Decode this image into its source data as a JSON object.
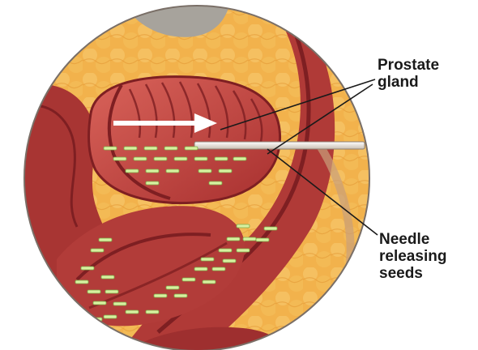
{
  "labels": {
    "prostate": [
      "Prostate",
      "gland"
    ],
    "needle": [
      "Needle",
      "releasing",
      "seeds"
    ]
  },
  "colors": {
    "background": "#ffffff",
    "fat": "#f2b24c",
    "tissue": "#b8413c",
    "tissue_dark": "#7e1f22",
    "gland": "#c44a44",
    "seed": "#d8f0a0",
    "needle": "#e8e0d6",
    "arrow": "#ffffff",
    "leader": "#1a1a1a",
    "bone": "#a7a39c"
  },
  "icons": {
    "arrow": "arrow-right-icon",
    "needle": "needle-icon",
    "seed": "seed-icon"
  }
}
